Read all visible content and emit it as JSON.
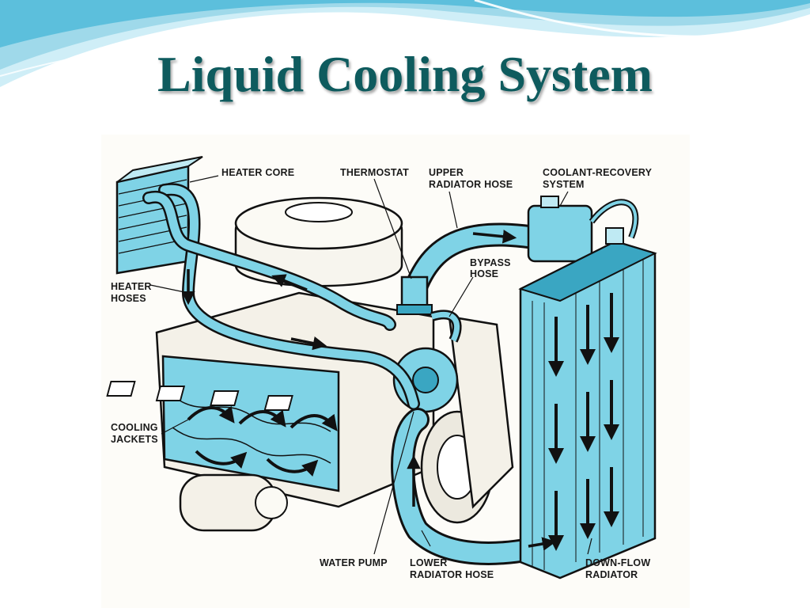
{
  "slide": {
    "title": "Liquid Cooling System",
    "colors": {
      "title": "#0e5b5e",
      "coolant": "#7fd3e6",
      "coolant_dark": "#3aa6c2",
      "outline": "#111111",
      "wave_light": "#bfe7f3",
      "wave_dark": "#4fb6d6"
    }
  },
  "diagram": {
    "labels": {
      "heater_core": "HEATER CORE",
      "thermostat": "THERMOSTAT",
      "upper_hose_1": "UPPER",
      "upper_hose_2": "RADIATOR HOSE",
      "coolant_recovery_1": "COOLANT-RECOVERY",
      "coolant_recovery_2": "SYSTEM",
      "bypass_1": "BYPASS",
      "bypass_2": "HOSE",
      "heater_hoses_1": "HEATER",
      "heater_hoses_2": "HOSES",
      "cooling_jackets_1": "COOLING",
      "cooling_jackets_2": "JACKETS",
      "water_pump": "WATER PUMP",
      "lower_hose_1": "LOWER",
      "lower_hose_2": "RADIATOR HOSE",
      "radiator_1": "DOWN-FLOW",
      "radiator_2": "RADIATOR"
    }
  }
}
